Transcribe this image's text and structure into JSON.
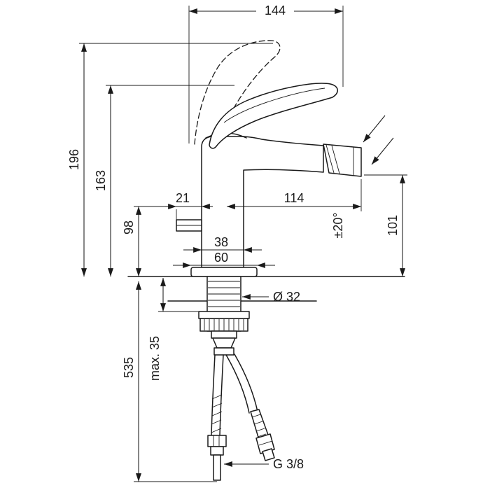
{
  "drawing": {
    "type": "technical-dimension-drawing",
    "subject": "single-lever bidet mixer faucet, side elevation with mounting parts and supply hoses",
    "dimensions": {
      "overall_width": "144",
      "height_handle_raised": "196",
      "height_handle": "163",
      "height_spout_line": "98",
      "handle_offset": "21",
      "spout_reach": "114",
      "body_width": "38",
      "base_width": "60",
      "shank_diameter": "Ø 32",
      "hose_length": "535",
      "max_deck_thickness": "max. 35",
      "outlet_height": "101",
      "spray_angle": "±20°",
      "connection_thread": "G 3/8"
    },
    "colors": {
      "line": "#1a1a1a",
      "background": "#ffffff"
    }
  }
}
